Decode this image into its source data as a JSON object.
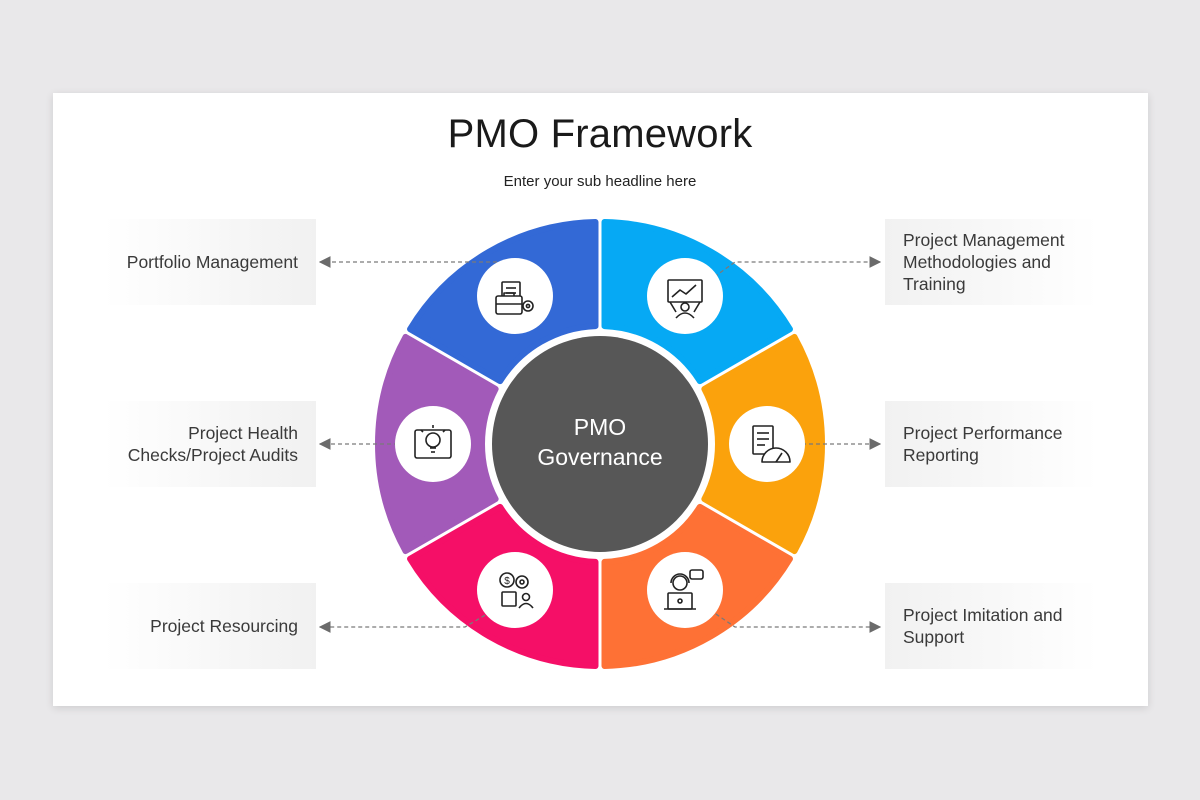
{
  "title": "PMO Framework",
  "subtitle": "Enter your sub headline here",
  "center": {
    "line1": "PMO",
    "line2": "Governance",
    "color": "#575757"
  },
  "segments": [
    {
      "label": "Portfolio Management",
      "color": "#3369d6",
      "icon": "briefcase-documents-icon"
    },
    {
      "label": "Project Management Methodologies and Training",
      "color": "#06a9f4",
      "icon": "presentation-training-icon"
    },
    {
      "label": "Project Performance Reporting",
      "color": "#fba20c",
      "icon": "report-gauge-icon"
    },
    {
      "label": "Project Imitation and Support",
      "color": "#fe7135",
      "icon": "support-agent-icon"
    },
    {
      "label": "Project Resourcing",
      "color": "#f50f67",
      "icon": "resourcing-coins-icon"
    },
    {
      "label": "Project Health Checks/Project Audits",
      "color": "#a25ab9",
      "icon": "idea-plan-icon"
    }
  ]
}
